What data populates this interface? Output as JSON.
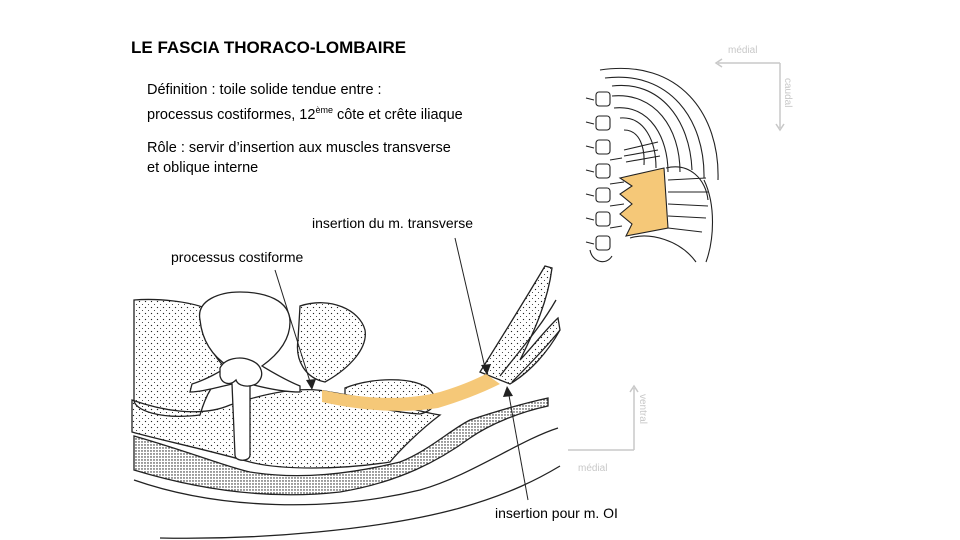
{
  "title": "LE FASCIA  THORACO-LOMBAIRE",
  "definition": {
    "line1": "Définition : toile solide tendue entre :",
    "line2_pre": "processus costiformes, 12",
    "line2_sup": "ème",
    "line2_post": " côte et crête iliaque"
  },
  "role": {
    "line1": "Rôle : servir d’insertion aux muscles transverse",
    "line2": "et oblique interne"
  },
  "labels": {
    "insertion_transverse": "insertion du m. transverse",
    "processus_costiforme": "processus costiforme",
    "insertion_oi": "insertion pour m. OI"
  },
  "orientation": {
    "top_medial": "médial",
    "top_caudal": "caudal",
    "bottom_ventral": "ventral",
    "bottom_medial": "médial"
  },
  "colors": {
    "fascia": "#f5c878",
    "orient_gray": "#c8c8c8"
  }
}
